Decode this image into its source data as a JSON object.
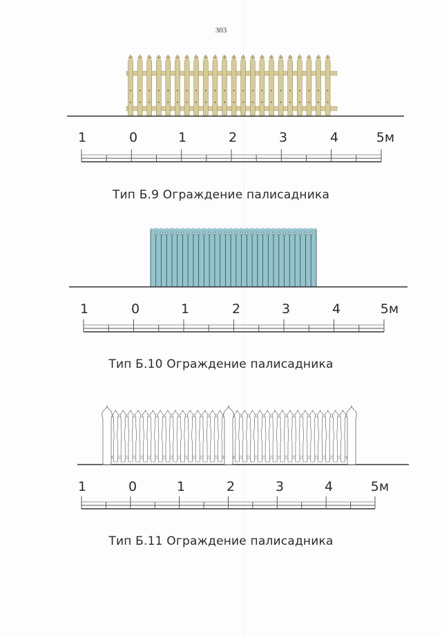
{
  "page": {
    "number": "303",
    "background": "#fdfdfd"
  },
  "figures": [
    {
      "id": "b9",
      "caption": "Тип Б.9 Ограждение палисадника",
      "fence_color": "#d7cc99",
      "fence_stroke": "#8b8050",
      "picket_count": 22,
      "scale": {
        "labels": [
          "1",
          "0",
          "1",
          "2",
          "3",
          "4",
          "5м"
        ],
        "unit": "м"
      }
    },
    {
      "id": "b10",
      "caption": "Тип Б.10 Ограждение палисадника",
      "fence_color": "#94c3cc",
      "fence_stroke": "#2f4a50",
      "picket_count": 31,
      "scale": {
        "labels": [
          "1",
          "0",
          "1",
          "2",
          "3",
          "4",
          "5м"
        ],
        "unit": "м"
      }
    },
    {
      "id": "b11",
      "caption": "Тип Б.11 Ограждение палисадника",
      "fence_color": "#ffffff",
      "fence_stroke": "#555555",
      "picket_count": 30,
      "post_count": 3,
      "scale": {
        "labels": [
          "1",
          "0",
          "1",
          "2",
          "3",
          "4",
          "5м"
        ],
        "unit": "м"
      }
    }
  ]
}
